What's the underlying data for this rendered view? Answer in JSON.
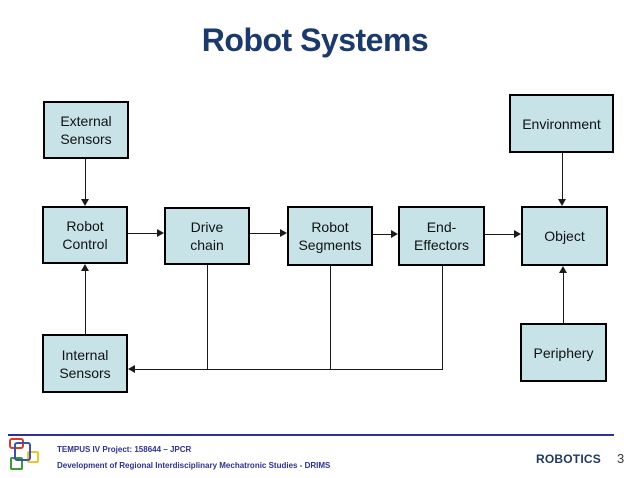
{
  "slide": {
    "title": "Robot Systems",
    "page_number": "3"
  },
  "diagram": {
    "nodes": {
      "external_sensors": {
        "label": "External\nSensors"
      },
      "environment": {
        "label": "Environment"
      },
      "robot_control": {
        "label": "Robot\nControl"
      },
      "drive_chain": {
        "label": "Drive\nchain"
      },
      "robot_segments": {
        "label": "Robot\nSegments"
      },
      "end_effectors": {
        "label": "End-\nEffectors"
      },
      "object": {
        "label": "Object"
      },
      "internal_sensors": {
        "label": "Internal\nSensors"
      },
      "periphery": {
        "label": "Periphery"
      }
    }
  },
  "footer": {
    "line1": "TEMPUS IV Project: 158644 – JPCR",
    "line2": "Development of Regional Interdisciplinary Mechatronic Studies - DRIMS",
    "brand": "ROBOTICS"
  },
  "colors": {
    "box_fill": "#C7E3E7",
    "box_border": "#000000",
    "connector": "#1A1A1A",
    "title_text": "#1B3A6B",
    "footer_text": "#2E3192",
    "brand_text": "#1F3864",
    "page_number_text": "#3B3B3B",
    "logo_red": "#D23B2F",
    "logo_blue": "#3F51A5",
    "logo_yellow": "#E8C832",
    "logo_green": "#3A9A3A"
  }
}
